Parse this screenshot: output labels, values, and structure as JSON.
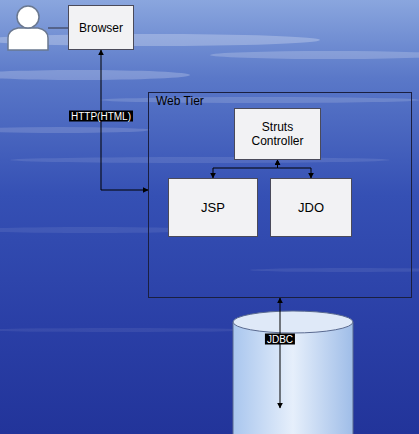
{
  "diagram": {
    "nodes": [
      {
        "text": [
          "Browser"
        ]
      },
      {
        "text": [
          "Web Tier"
        ]
      },
      {
        "text": [
          "Struts Controller"
        ],
        "in": 1
      },
      {
        "text": [
          "JSP"
        ],
        "in": 1
      },
      {
        "text": [
          "JDO"
        ],
        "in": 1
      },
      {
        "text": []
      }
    ],
    "edges": [
      {
        "from": 0,
        "to": 1,
        "arrow": "both",
        "label": "HTTP(HTML)"
      },
      {
        "from": 2,
        "to": 3,
        "arrow": "both"
      },
      {
        "from": 2,
        "to": 4,
        "arrow": "both"
      },
      {
        "from": 1,
        "to": 5,
        "arrow": "both",
        "label": "JDBC"
      }
    ]
  }
}
